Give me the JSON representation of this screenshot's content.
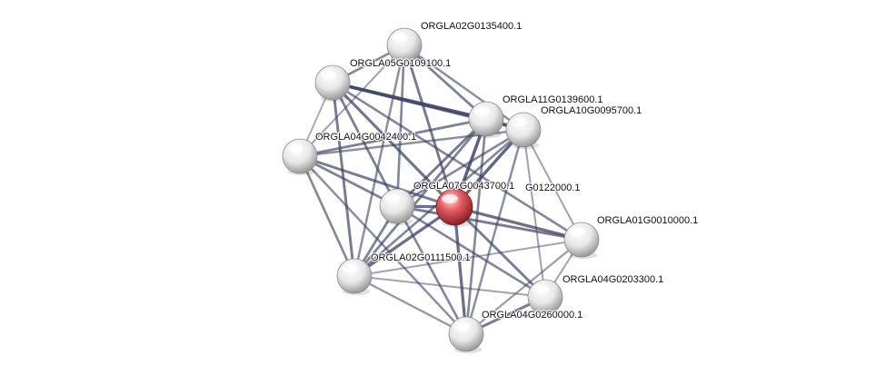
{
  "network": {
    "colors": {
      "edge": "#3d4566",
      "node": "#e9e9e9",
      "query_node": "#d9434b",
      "background": "#ffffff"
    },
    "nodes": [
      {
        "id": "ORGLA02G0135400.1",
        "label": "ORGLA02G0135400.1",
        "query": false
      },
      {
        "id": "ORGLA05G0109100.1",
        "label": "ORGLA05G0109100.1",
        "query": false
      },
      {
        "id": "ORGLA11G0139600.1",
        "label": "ORGLA11G0139600.1",
        "query": false
      },
      {
        "id": "ORGLA10G0095700.1",
        "label": "ORGLA10G0095700.1",
        "query": false
      },
      {
        "id": "ORGLA04G0042400.1",
        "label": "ORGLA04G0042400.1",
        "query": false
      },
      {
        "id": "ORGLA07G0043700.1",
        "label": "ORGLA07G0043700.1",
        "query": false
      },
      {
        "id": "ORGLA..G0122000.1",
        "label": "G0122000.1",
        "query": true
      },
      {
        "id": "ORGLA01G0010000.1",
        "label": "ORGLA01G0010000.1",
        "query": false
      },
      {
        "id": "ORGLA02G0111500.1",
        "label": "ORGLA02G0111500.1",
        "query": false
      },
      {
        "id": "ORGLA04G0203300.1",
        "label": "ORGLA04G0203300.1",
        "query": false
      },
      {
        "id": "ORGLA04G0260000.1",
        "label": "ORGLA04G0260000.1",
        "query": false
      }
    ],
    "edges": [
      {
        "source": "ORGLA02G0135400.1",
        "target": "ORGLA05G0109100.1",
        "weight": 0.55
      },
      {
        "source": "ORGLA02G0135400.1",
        "target": "ORGLA11G0139600.1",
        "weight": 0.6
      },
      {
        "source": "ORGLA02G0135400.1",
        "target": "ORGLA10G0095700.1",
        "weight": 0.5
      },
      {
        "source": "ORGLA02G0135400.1",
        "target": "ORGLA04G0042400.1",
        "weight": 0.35
      },
      {
        "source": "ORGLA02G0135400.1",
        "target": "ORGLA07G0043700.1",
        "weight": 0.55
      },
      {
        "source": "ORGLA02G0135400.1",
        "target": "ORGLA..G0122000.1",
        "weight": 0.65
      },
      {
        "source": "ORGLA02G0135400.1",
        "target": "ORGLA02G0111500.1",
        "weight": 0.5
      },
      {
        "source": "ORGLA05G0109100.1",
        "target": "ORGLA11G0139600.1",
        "weight": 0.95
      },
      {
        "source": "ORGLA05G0109100.1",
        "target": "ORGLA10G0095700.1",
        "weight": 0.7
      },
      {
        "source": "ORGLA05G0109100.1",
        "target": "ORGLA04G0042400.1",
        "weight": 0.3
      },
      {
        "source": "ORGLA05G0109100.1",
        "target": "ORGLA07G0043700.1",
        "weight": 0.6
      },
      {
        "source": "ORGLA05G0109100.1",
        "target": "ORGLA..G0122000.1",
        "weight": 0.7
      },
      {
        "source": "ORGLA05G0109100.1",
        "target": "ORGLA02G0111500.1",
        "weight": 0.65
      },
      {
        "source": "ORGLA05G0109100.1",
        "target": "ORGLA01G0010000.1",
        "weight": 0.55
      },
      {
        "source": "ORGLA11G0139600.1",
        "target": "ORGLA10G0095700.1",
        "weight": 0.8
      },
      {
        "source": "ORGLA11G0139600.1",
        "target": "ORGLA04G0042400.1",
        "weight": 0.6
      },
      {
        "source": "ORGLA11G0139600.1",
        "target": "ORGLA07G0043700.1",
        "weight": 0.65
      },
      {
        "source": "ORGLA11G0139600.1",
        "target": "ORGLA..G0122000.1",
        "weight": 0.85
      },
      {
        "source": "ORGLA11G0139600.1",
        "target": "ORGLA02G0111500.1",
        "weight": 0.6
      },
      {
        "source": "ORGLA11G0139600.1",
        "target": "ORGLA04G0260000.1",
        "weight": 0.55
      },
      {
        "source": "ORGLA10G0095700.1",
        "target": "ORGLA04G0042400.1",
        "weight": 0.5
      },
      {
        "source": "ORGLA10G0095700.1",
        "target": "ORGLA07G0043700.1",
        "weight": 0.55
      },
      {
        "source": "ORGLA10G0095700.1",
        "target": "ORGLA..G0122000.1",
        "weight": 0.8
      },
      {
        "source": "ORGLA10G0095700.1",
        "target": "ORGLA01G0010000.1",
        "weight": 0.35
      },
      {
        "source": "ORGLA10G0095700.1",
        "target": "ORGLA02G0111500.1",
        "weight": 0.55
      },
      {
        "source": "ORGLA10G0095700.1",
        "target": "ORGLA04G0203300.1",
        "weight": 0.35
      },
      {
        "source": "ORGLA10G0095700.1",
        "target": "ORGLA04G0260000.1",
        "weight": 0.5
      },
      {
        "source": "ORGLA04G0042400.1",
        "target": "ORGLA07G0043700.1",
        "weight": 0.6
      },
      {
        "source": "ORGLA04G0042400.1",
        "target": "ORGLA..G0122000.1",
        "weight": 0.65
      },
      {
        "source": "ORGLA04G0042400.1",
        "target": "ORGLA02G0111500.1",
        "weight": 0.55
      },
      {
        "source": "ORGLA04G0042400.1",
        "target": "ORGLA04G0260000.1",
        "weight": 0.5
      },
      {
        "source": "ORGLA07G0043700.1",
        "target": "ORGLA..G0122000.1",
        "weight": 0.75
      },
      {
        "source": "ORGLA07G0043700.1",
        "target": "ORGLA01G0010000.1",
        "weight": 0.65
      },
      {
        "source": "ORGLA07G0043700.1",
        "target": "ORGLA02G0111500.1",
        "weight": 0.6
      },
      {
        "source": "ORGLA07G0043700.1",
        "target": "ORGLA04G0203300.1",
        "weight": 0.55
      },
      {
        "source": "ORGLA07G0043700.1",
        "target": "ORGLA04G0260000.1",
        "weight": 0.55
      },
      {
        "source": "ORGLA..G0122000.1",
        "target": "ORGLA01G0010000.1",
        "weight": 0.75
      },
      {
        "source": "ORGLA..G0122000.1",
        "target": "ORGLA02G0111500.1",
        "weight": 0.75
      },
      {
        "source": "ORGLA..G0122000.1",
        "target": "ORGLA04G0203300.1",
        "weight": 0.65
      },
      {
        "source": "ORGLA..G0122000.1",
        "target": "ORGLA04G0260000.1",
        "weight": 0.75
      },
      {
        "source": "ORGLA01G0010000.1",
        "target": "ORGLA02G0111500.1",
        "weight": 0.35
      },
      {
        "source": "ORGLA01G0010000.1",
        "target": "ORGLA04G0203300.1",
        "weight": 0.35
      },
      {
        "source": "ORGLA01G0010000.1",
        "target": "ORGLA04G0260000.1",
        "weight": 0.4
      },
      {
        "source": "ORGLA02G0111500.1",
        "target": "ORGLA04G0203300.1",
        "weight": 0.35
      },
      {
        "source": "ORGLA02G0111500.1",
        "target": "ORGLA04G0260000.1",
        "weight": 0.45
      },
      {
        "source": "ORGLA04G0203300.1",
        "target": "ORGLA04G0260000.1",
        "weight": 0.65
      }
    ]
  }
}
